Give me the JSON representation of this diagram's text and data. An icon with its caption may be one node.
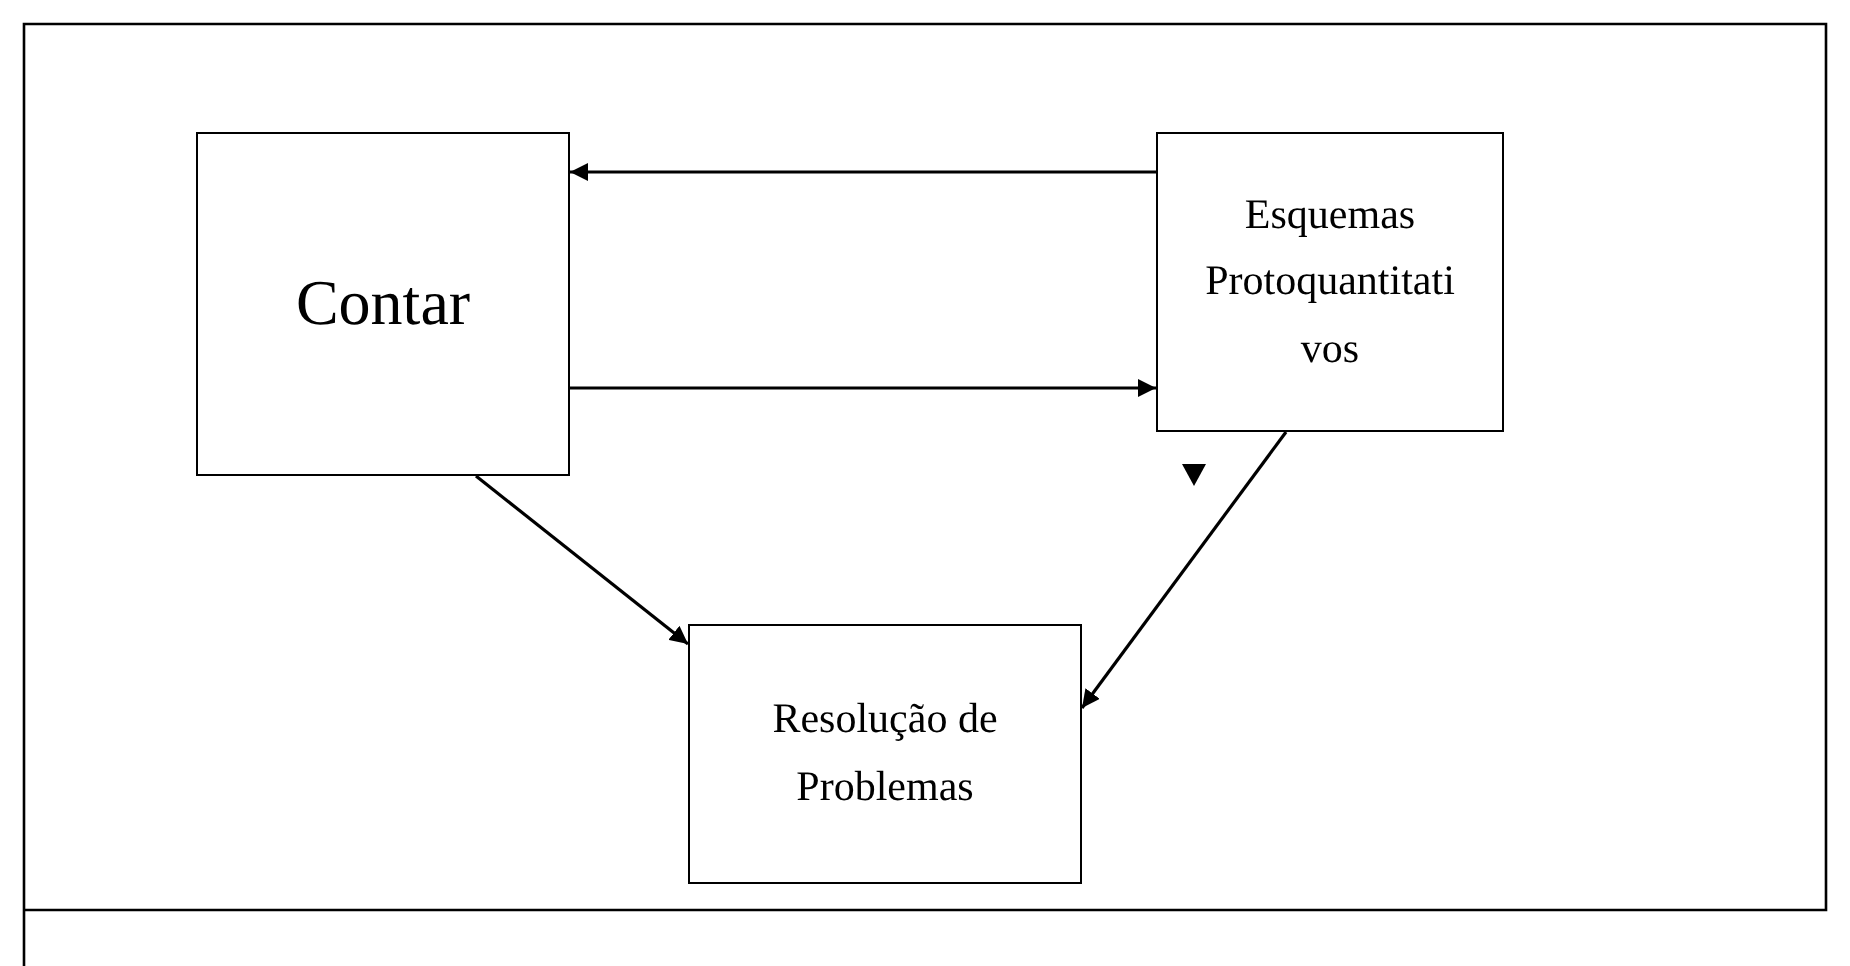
{
  "diagram": {
    "nodes": [
      {
        "text": [
          "Contar"
        ]
      },
      {
        "text": [
          "Esquemas Protoquantitati vos"
        ]
      },
      {
        "text": [
          "Resolução de Problemas"
        ]
      }
    ],
    "edges": [
      {
        "from": 1,
        "to": 0,
        "arrow": "to"
      },
      {
        "from": 0,
        "to": 1,
        "arrow": "to"
      },
      {
        "from": 0,
        "to": 2,
        "arrow": "to"
      },
      {
        "from": 1,
        "to": 2,
        "arrow": "to"
      }
    ]
  }
}
